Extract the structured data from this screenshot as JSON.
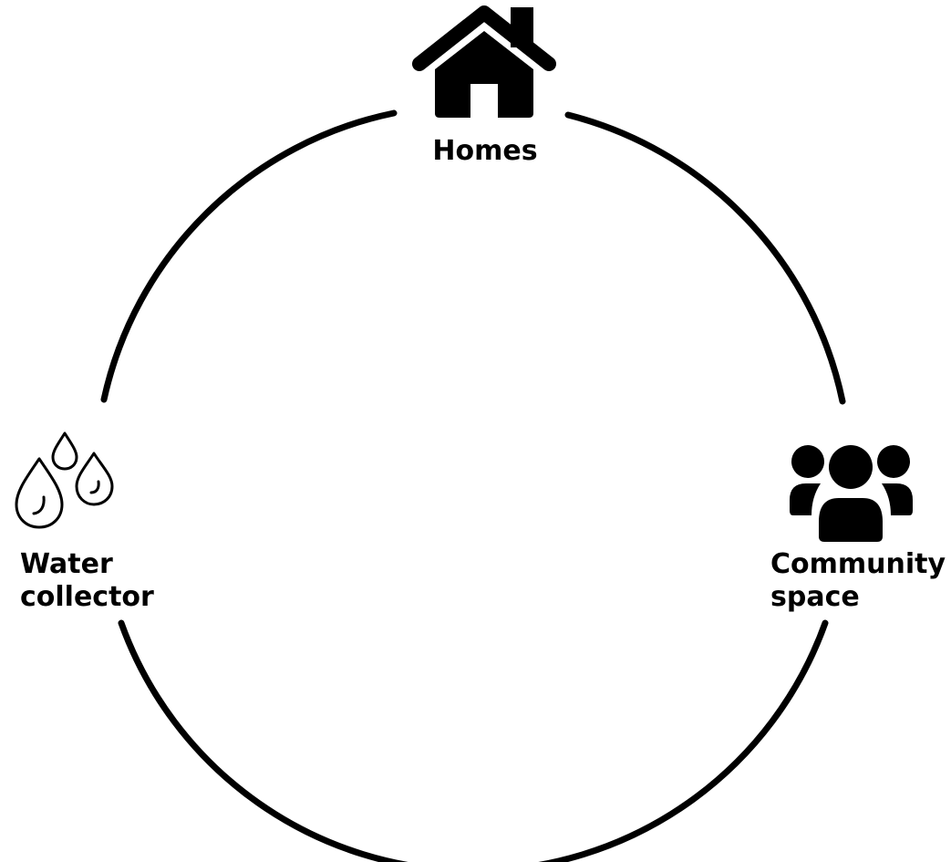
{
  "nodes": {
    "homes": {
      "label_lines": [
        "Homes"
      ],
      "icon": "house-icon"
    },
    "water_collector": {
      "label_lines": [
        "Water",
        "collector"
      ],
      "icon": "water-drops-icon"
    },
    "community_space": {
      "label_lines": [
        "Community",
        "space"
      ],
      "icon": "people-group-icon"
    }
  },
  "colors": {
    "stroke": "#000000",
    "fill": "#000000",
    "background": "#ffffff"
  }
}
